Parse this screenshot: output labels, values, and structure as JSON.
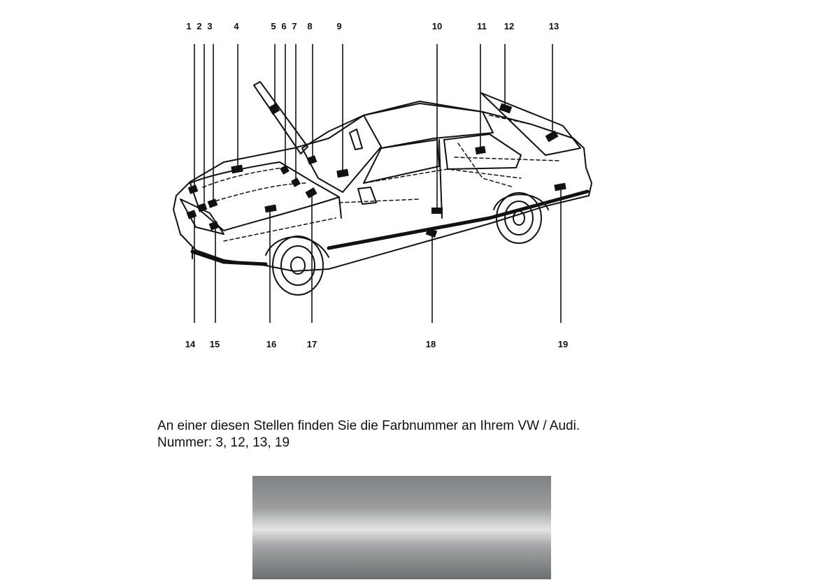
{
  "diagram": {
    "top_labels": [
      "1",
      "2",
      "3",
      "4",
      "5",
      "6",
      "7",
      "8",
      "9",
      "10",
      "11",
      "12",
      "13"
    ],
    "bottom_labels": [
      "14",
      "15",
      "16",
      "17",
      "18",
      "19"
    ]
  },
  "caption": {
    "line1": "An einer diesen Stellen finden Sie die Farbnummer an Ihrem VW / Audi.",
    "line2": "Nummer: 3, 12, 13, 19"
  },
  "swatch": {
    "colors": [
      "#7f8285",
      "#9a9c9d",
      "#e4e4e2",
      "#a2a4a5",
      "#6c6f71"
    ]
  }
}
